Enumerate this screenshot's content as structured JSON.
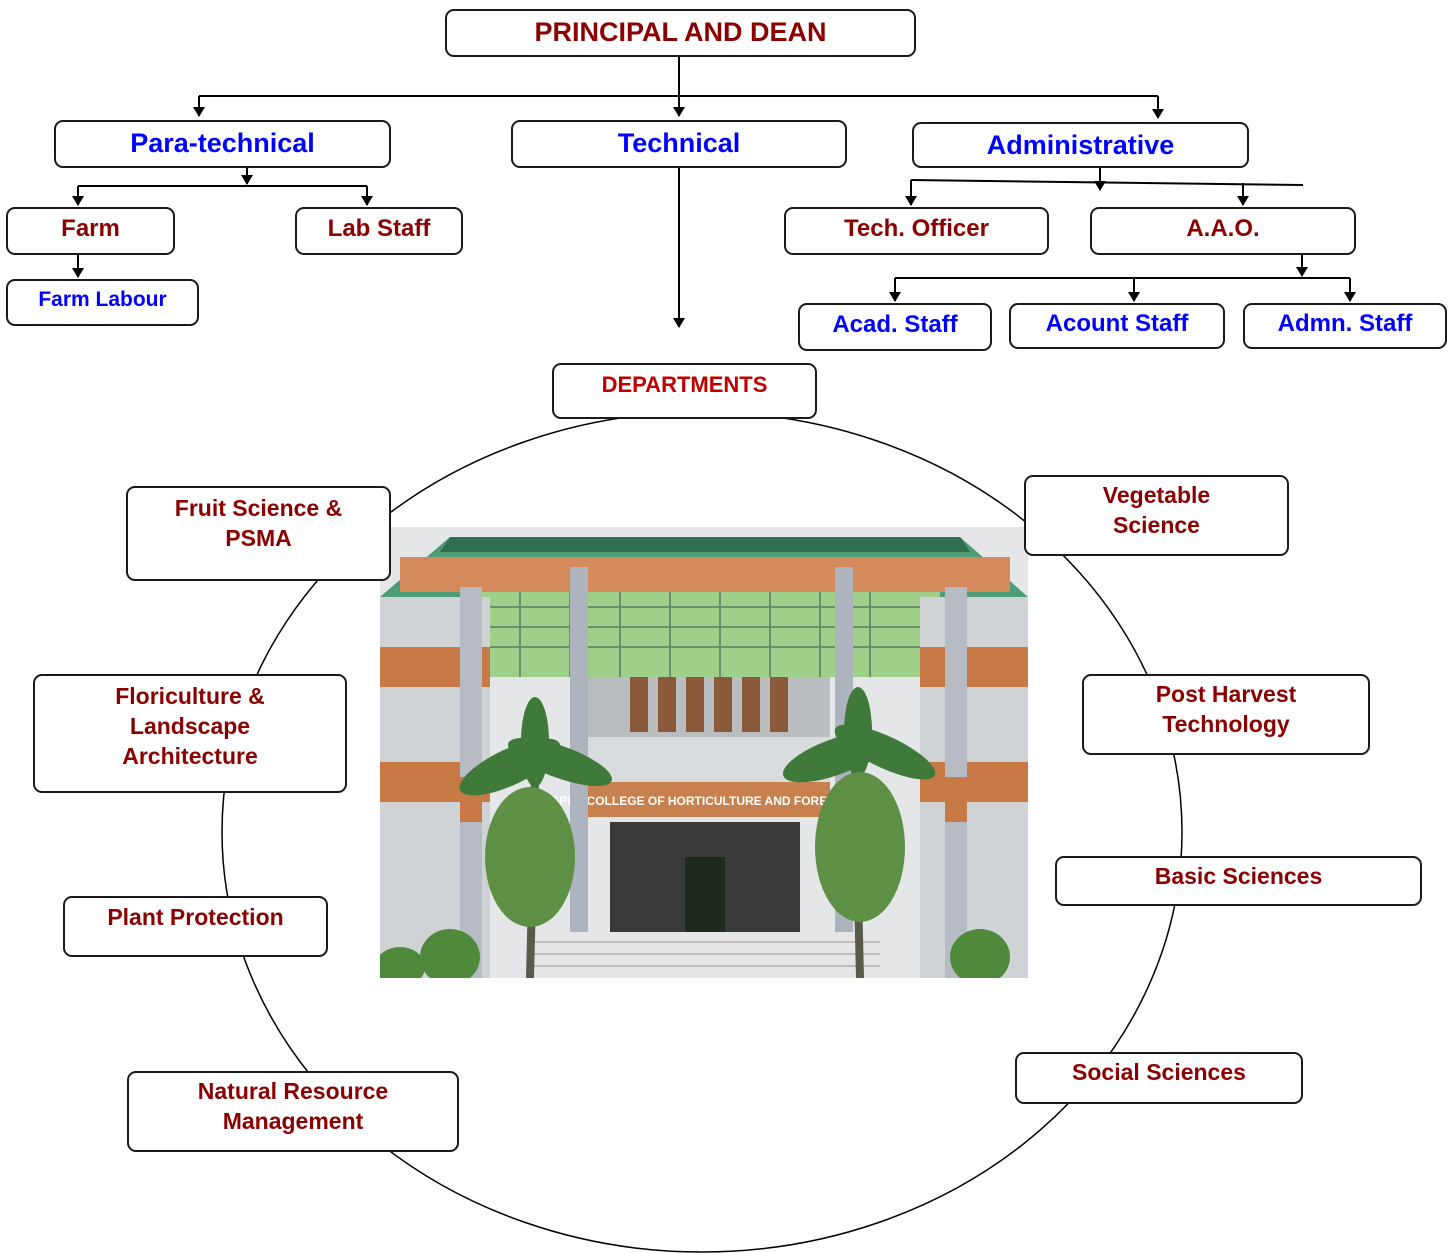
{
  "top": {
    "label": "PRINCIPAL AND DEAN"
  },
  "branches": {
    "paratechnical": "Para-technical",
    "technical": "Technical",
    "administrative": "Administrative"
  },
  "paratechnical_units": {
    "farm": "Farm",
    "lab_staff": "Lab Staff",
    "farm_labour": "Farm Labour"
  },
  "administrative_units": {
    "tech_officer": "Tech. Officer",
    "aao": "A.A.O.",
    "acad_staff": "Acad. Staff",
    "account_staff": "Acount Staff",
    "admn_staff": "Admn. Staff"
  },
  "departments": {
    "title": "DEPARTMENTS",
    "fruit_science": "Fruit Science & PSMA",
    "vegetable_science": "Vegetable Science",
    "floriculture": "Floriculture & Landscape Architecture",
    "post_harvest": "Post Harvest Technology",
    "basic_sciences": "Basic Sciences",
    "plant_protection": "Plant Protection",
    "social_sciences": "Social Sciences",
    "natural_resource": "Natural Resource Management"
  },
  "photo": {
    "sign_text": "SPEE COLLEGE OF HORTICULTURE AND FORESTRY"
  },
  "colors": {
    "maroon": "#8b0000",
    "blue": "#0000ff",
    "red": "#c00000",
    "line": "#000000"
  }
}
